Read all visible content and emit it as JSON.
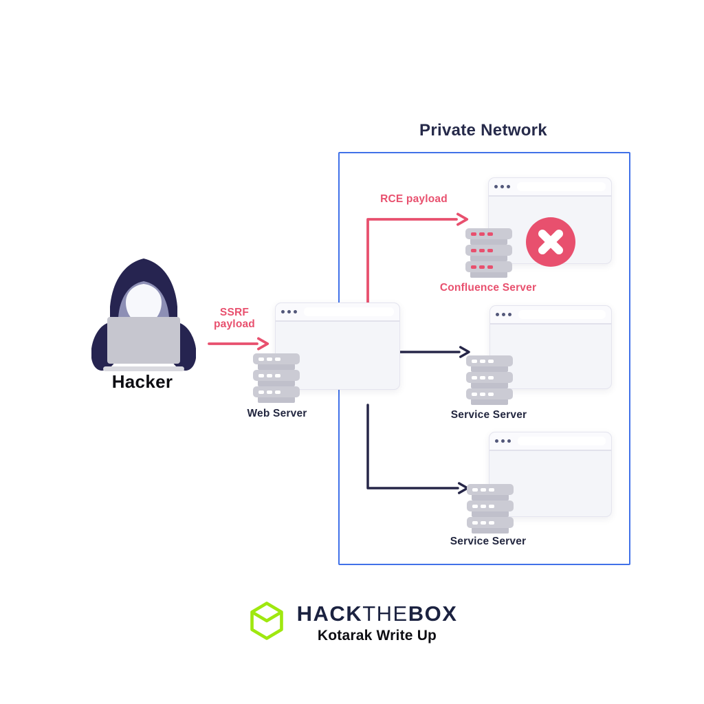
{
  "diagram": {
    "private_network_title": "Private Network",
    "hacker": {
      "label": "Hacker"
    },
    "ssrf_payload": {
      "line1": "SSRF",
      "line2": "payload"
    },
    "rce_payload": {
      "label": "RCE payload"
    },
    "web_server": {
      "label": "Web Server"
    },
    "confluence_server": {
      "label": "Confluence Server"
    },
    "service_server_top": {
      "label": "Service Server"
    },
    "service_server_bottom": {
      "label": "Service Server"
    }
  },
  "footer": {
    "brand": {
      "hack": "HACK",
      "the": "THE",
      "box": "BOX"
    },
    "subtitle": "Kotarak Write Up"
  },
  "colors": {
    "pink_accent": "#E8506E",
    "navy_text": "#262A4A",
    "arrow_navy": "#262648",
    "network_border_blue": "#4071E8",
    "htb_green": "#9FE80F",
    "server_gray": "#CBCBD4",
    "window_background": "#F4F5F9"
  }
}
